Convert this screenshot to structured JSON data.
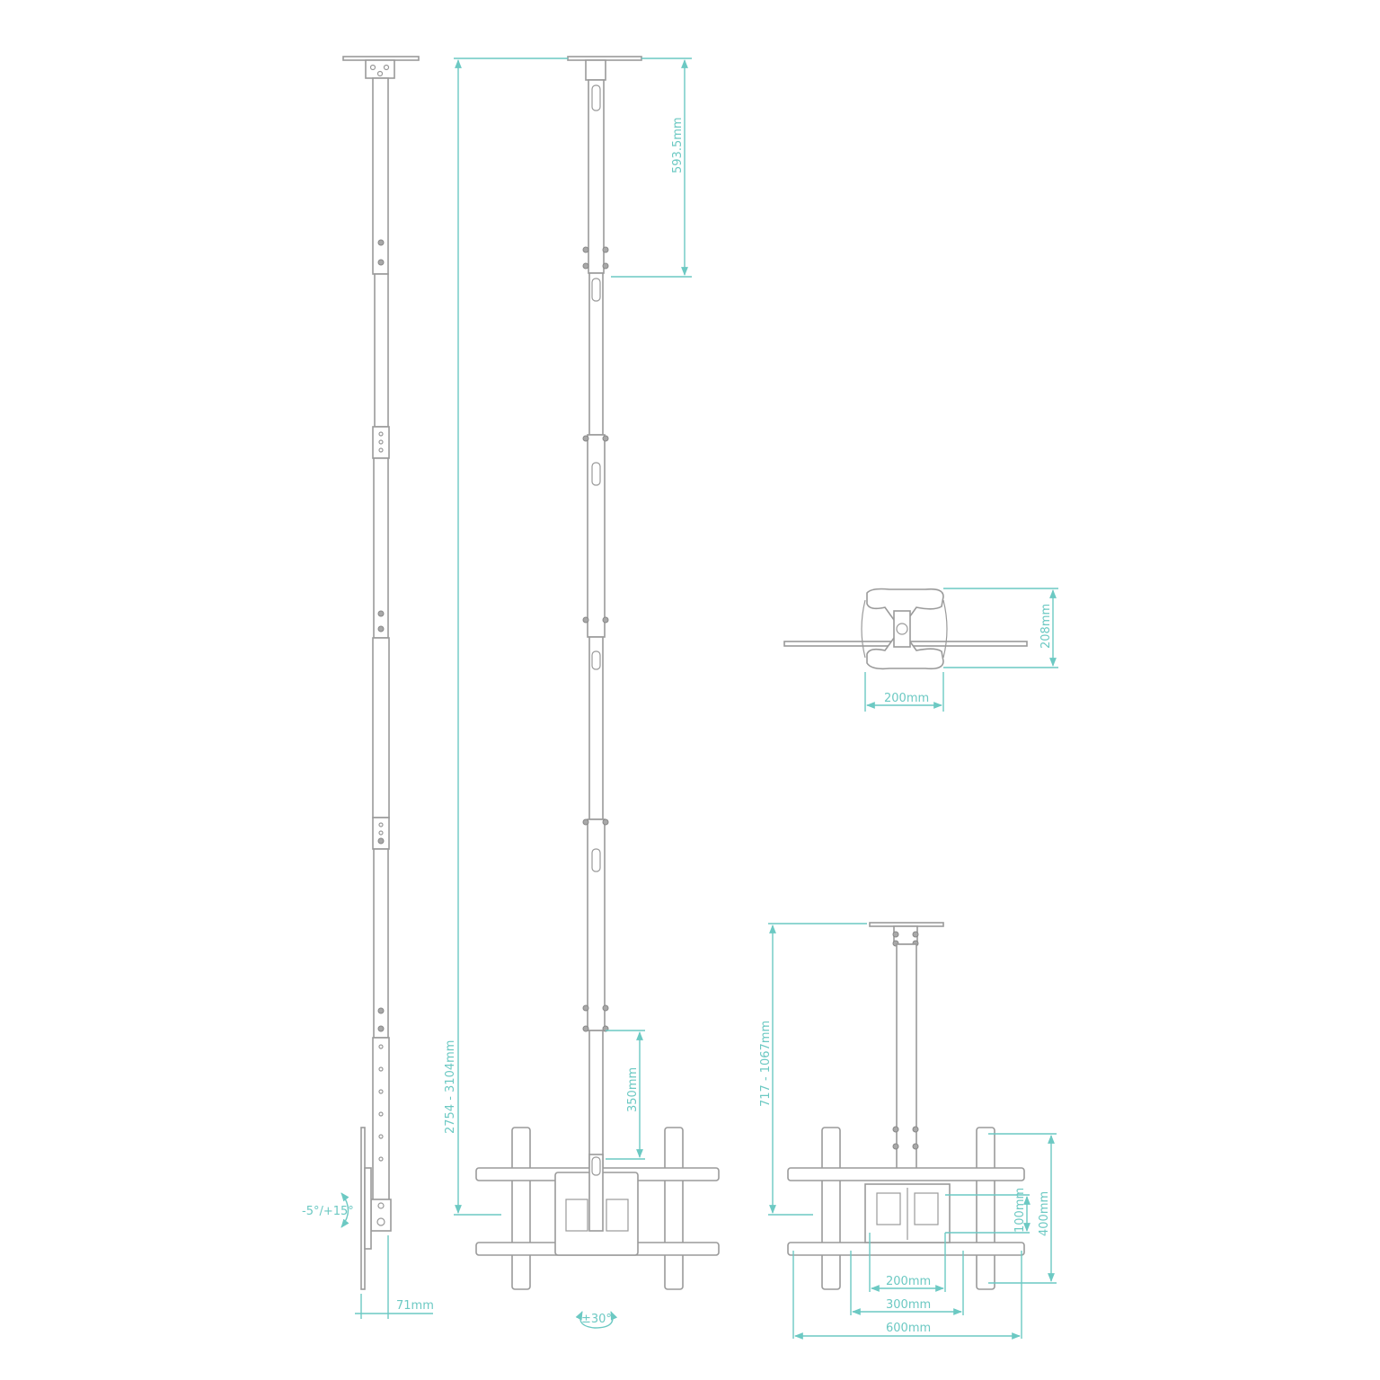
{
  "colors": {
    "dimension": "#6cc9c3",
    "drawing": "#9a9a9a"
  },
  "side_view": {
    "tilt_label": "-5°/+15°",
    "depth_label": "71mm"
  },
  "front_view": {
    "height_range_label": "2754 - 3104mm",
    "top_section_label": "593.5mm",
    "bottom_section_label": "350mm",
    "swivel_label": "±30°"
  },
  "top_view": {
    "depth_label": "208mm",
    "plate_width_label": "200mm"
  },
  "short_view": {
    "height_range_label": "717 - 1067mm",
    "vesa_height_max_label": "400mm",
    "vesa_height_min_label": "100mm",
    "vesa_width_200_label": "200mm",
    "vesa_width_300_label": "300mm",
    "vesa_width_600_label": "600mm"
  }
}
